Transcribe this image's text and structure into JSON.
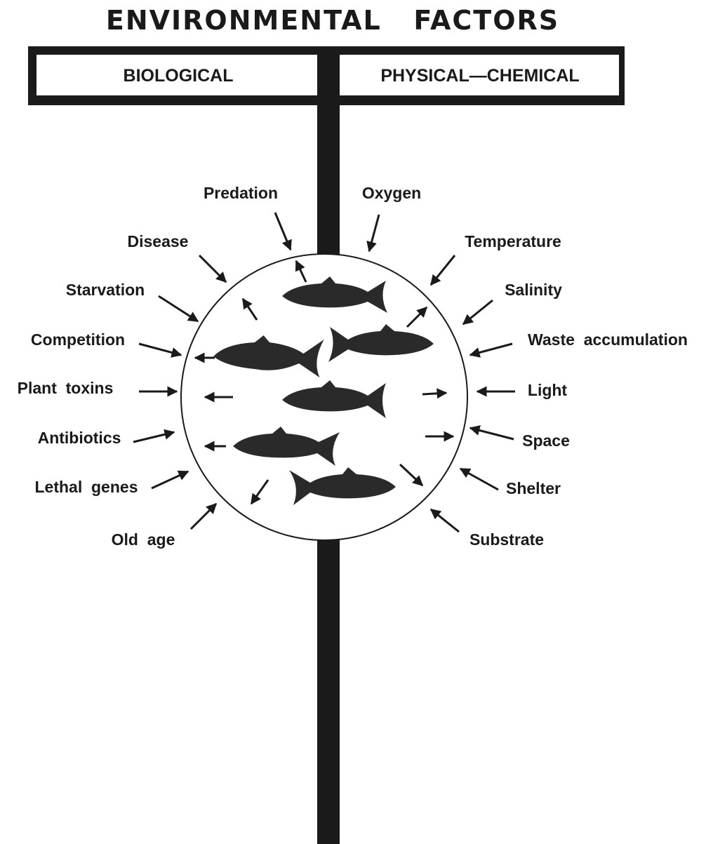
{
  "title": "ENVIRONMENTAL   FACTORS",
  "headers": {
    "left": "BIOLOGICAL",
    "right": "PHYSICAL—CHEMICAL"
  },
  "biological_factors": [
    "Predation",
    "Disease",
    "Starvation",
    "Competition",
    "Plant  toxins",
    "Antibiotics",
    "Lethal  genes",
    "Old  age"
  ],
  "physical_chemical_factors": [
    "Oxygen",
    "Temperature",
    "Salinity",
    "Waste  accumulation",
    "Light",
    "Space",
    "Shelter",
    "Substrate"
  ],
  "colors": {
    "ink": "#1a1a1a",
    "background": "#ffffff"
  }
}
